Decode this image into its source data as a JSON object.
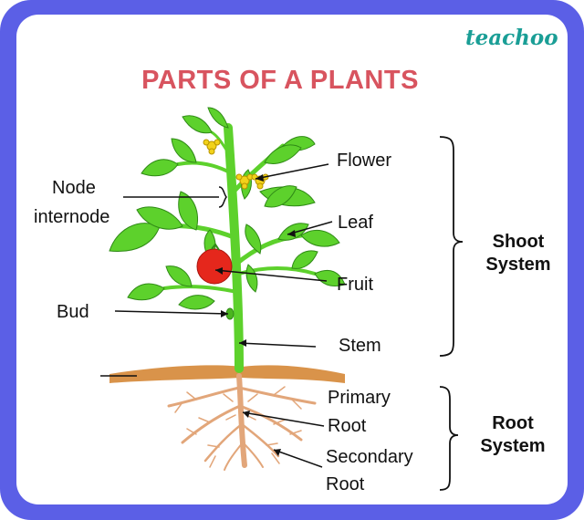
{
  "brand": "teachoo",
  "title": "PARTS OF A PLANTS",
  "labels": {
    "flower": "Flower",
    "node": "Node",
    "internode": "internode",
    "leaf": "Leaf",
    "fruit": "Fruit",
    "bud": "Bud",
    "stem": "Stem",
    "primary_root_1": "Primary",
    "primary_root_2": "Root",
    "secondary_root_1": "Secondary",
    "secondary_root_2": "Root"
  },
  "groups": {
    "shoot_1": "Shoot",
    "shoot_2": "System",
    "root_1": "Root",
    "root_2": "System"
  },
  "colors": {
    "frame": "#5b5fe6",
    "title": "#d8545f",
    "brand": "#1a9e96",
    "leaf": "#5dd12c",
    "fruit": "#e5271c",
    "flower": "#f2d21a",
    "soil": "#d9934a",
    "root": "#e8b48a"
  }
}
